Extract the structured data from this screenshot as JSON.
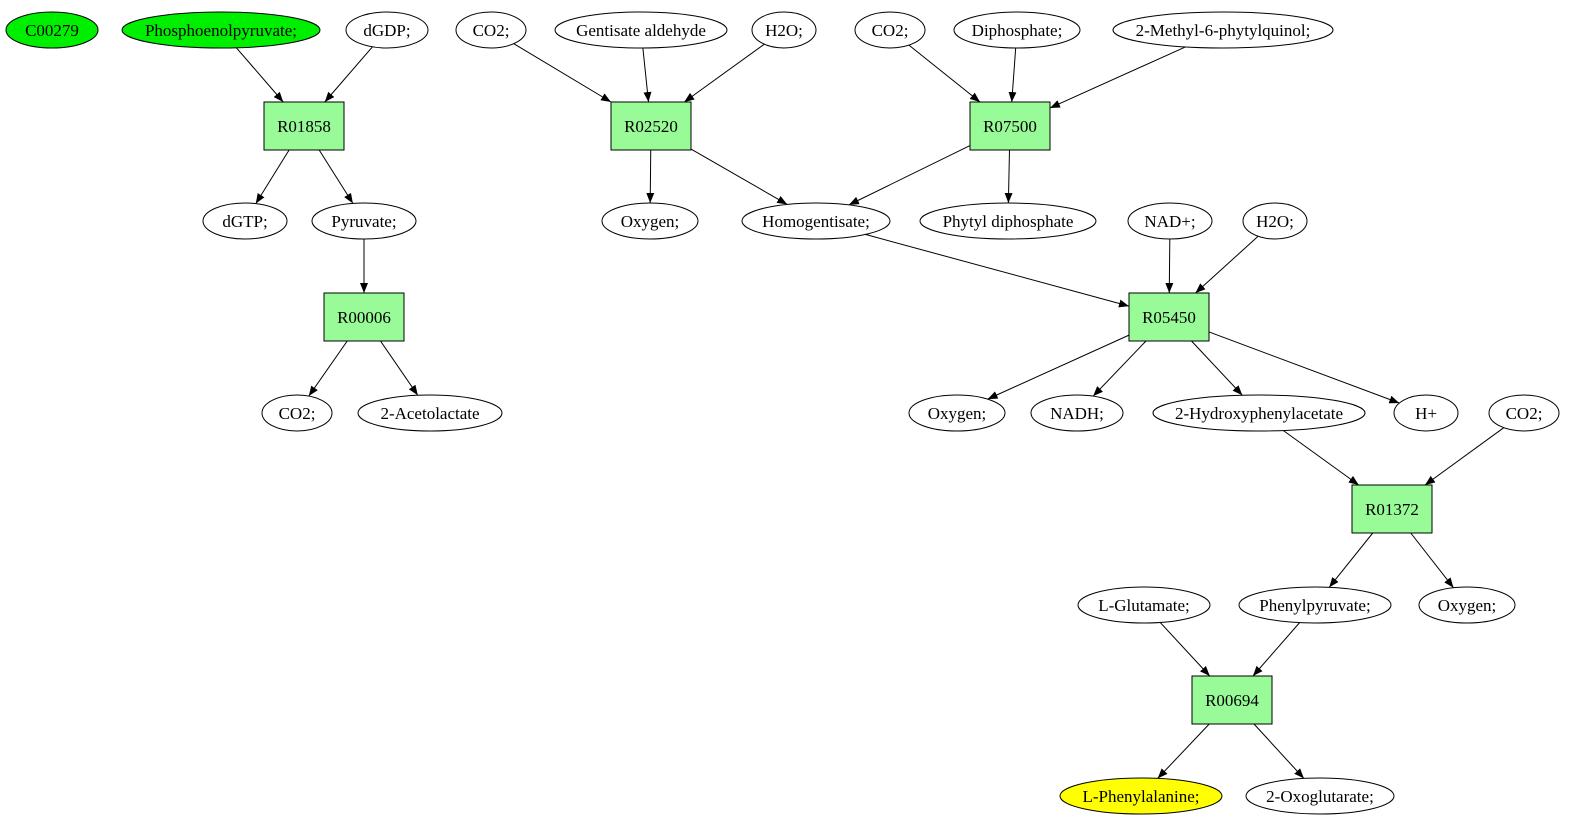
{
  "colors": {
    "reaction": "#98fb98",
    "compound": "#ffffff",
    "source": "#00ee00",
    "target": "#ffff00",
    "stroke": "#000000"
  },
  "nodes": [
    {
      "id": "c00279",
      "label": "C00279",
      "kind": "compound",
      "fill": "source"
    },
    {
      "id": "pep",
      "label": "Phosphoenolpyruvate;",
      "kind": "compound",
      "fill": "source"
    },
    {
      "id": "dgdp",
      "label": "dGDP;",
      "kind": "compound",
      "fill": "compound"
    },
    {
      "id": "co2a",
      "label": "CO2;",
      "kind": "compound",
      "fill": "compound"
    },
    {
      "id": "gent",
      "label": "Gentisate aldehyde",
      "kind": "compound",
      "fill": "compound"
    },
    {
      "id": "h2oa",
      "label": "H2O;",
      "kind": "compound",
      "fill": "compound"
    },
    {
      "id": "co2b",
      "label": "CO2;",
      "kind": "compound",
      "fill": "compound"
    },
    {
      "id": "diph",
      "label": "Diphosphate;",
      "kind": "compound",
      "fill": "compound"
    },
    {
      "id": "mpq",
      "label": "2-Methyl-6-phytylquinol;",
      "kind": "compound",
      "fill": "compound"
    },
    {
      "id": "r01858",
      "label": "R01858",
      "kind": "reaction",
      "fill": "reaction"
    },
    {
      "id": "r02520",
      "label": "R02520",
      "kind": "reaction",
      "fill": "reaction"
    },
    {
      "id": "r07500",
      "label": "R07500",
      "kind": "reaction",
      "fill": "reaction"
    },
    {
      "id": "dgtp",
      "label": "dGTP;",
      "kind": "compound",
      "fill": "compound"
    },
    {
      "id": "pyr",
      "label": "Pyruvate;",
      "kind": "compound",
      "fill": "compound"
    },
    {
      "id": "oxya",
      "label": "Oxygen;",
      "kind": "compound",
      "fill": "compound"
    },
    {
      "id": "homog",
      "label": "Homogentisate;",
      "kind": "compound",
      "fill": "compound"
    },
    {
      "id": "phytyl",
      "label": "Phytyl diphosphate",
      "kind": "compound",
      "fill": "compound"
    },
    {
      "id": "nad",
      "label": "NAD+;",
      "kind": "compound",
      "fill": "compound"
    },
    {
      "id": "h2ob",
      "label": "H2O;",
      "kind": "compound",
      "fill": "compound"
    },
    {
      "id": "r00006",
      "label": "R00006",
      "kind": "reaction",
      "fill": "reaction"
    },
    {
      "id": "r05450",
      "label": "R05450",
      "kind": "reaction",
      "fill": "reaction"
    },
    {
      "id": "co2c",
      "label": "CO2;",
      "kind": "compound",
      "fill": "compound"
    },
    {
      "id": "acetol",
      "label": "2-Acetolactate",
      "kind": "compound",
      "fill": "compound"
    },
    {
      "id": "oxyb",
      "label": "Oxygen;",
      "kind": "compound",
      "fill": "compound"
    },
    {
      "id": "nadh",
      "label": "NADH;",
      "kind": "compound",
      "fill": "compound"
    },
    {
      "id": "hpa",
      "label": "2-Hydroxyphenylacetate",
      "kind": "compound",
      "fill": "compound"
    },
    {
      "id": "hplus",
      "label": "H+",
      "kind": "compound",
      "fill": "compound"
    },
    {
      "id": "co2d",
      "label": "CO2;",
      "kind": "compound",
      "fill": "compound"
    },
    {
      "id": "r01372",
      "label": "R01372",
      "kind": "reaction",
      "fill": "reaction"
    },
    {
      "id": "glu",
      "label": "L-Glutamate;",
      "kind": "compound",
      "fill": "compound"
    },
    {
      "id": "phepyr",
      "label": "Phenylpyruvate;",
      "kind": "compound",
      "fill": "compound"
    },
    {
      "id": "oxyc",
      "label": "Oxygen;",
      "kind": "compound",
      "fill": "compound"
    },
    {
      "id": "r00694",
      "label": "R00694",
      "kind": "reaction",
      "fill": "reaction"
    },
    {
      "id": "phe",
      "label": "L-Phenylalanine;",
      "kind": "compound",
      "fill": "target"
    },
    {
      "id": "oxoglu",
      "label": "2-Oxoglutarate;",
      "kind": "compound",
      "fill": "compound"
    }
  ],
  "edges": [
    [
      "pep",
      "r01858"
    ],
    [
      "dgdp",
      "r01858"
    ],
    [
      "r01858",
      "dgtp"
    ],
    [
      "r01858",
      "pyr"
    ],
    [
      "pyr",
      "r00006"
    ],
    [
      "r00006",
      "co2c"
    ],
    [
      "r00006",
      "acetol"
    ],
    [
      "co2a",
      "r02520"
    ],
    [
      "gent",
      "r02520"
    ],
    [
      "h2oa",
      "r02520"
    ],
    [
      "r02520",
      "oxya"
    ],
    [
      "r02520",
      "homog"
    ],
    [
      "co2b",
      "r07500"
    ],
    [
      "diph",
      "r07500"
    ],
    [
      "mpq",
      "r07500"
    ],
    [
      "r07500",
      "homog"
    ],
    [
      "r07500",
      "phytyl"
    ],
    [
      "homog",
      "r05450"
    ],
    [
      "nad",
      "r05450"
    ],
    [
      "h2ob",
      "r05450"
    ],
    [
      "r05450",
      "oxyb"
    ],
    [
      "r05450",
      "nadh"
    ],
    [
      "r05450",
      "hpa"
    ],
    [
      "r05450",
      "hplus"
    ],
    [
      "hpa",
      "r01372"
    ],
    [
      "co2d",
      "r01372"
    ],
    [
      "r01372",
      "phepyr"
    ],
    [
      "r01372",
      "oxyc"
    ],
    [
      "glu",
      "r00694"
    ],
    [
      "phepyr",
      "r00694"
    ],
    [
      "r00694",
      "phe"
    ],
    [
      "r00694",
      "oxoglu"
    ]
  ]
}
